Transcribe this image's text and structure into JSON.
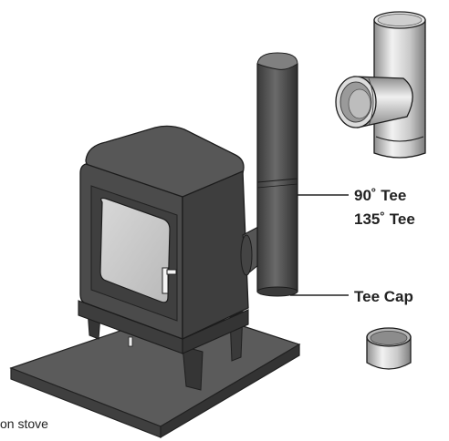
{
  "labels": {
    "tee_90": "90˚ Tee",
    "tee_135": "135˚ Tee",
    "tee_cap": "Tee Cap",
    "caption_fragment": "on stove"
  },
  "colors": {
    "stove_body": "#4b4b4b",
    "stove_dark": "#2e2e2e",
    "pipe_light": "#5a5a5a",
    "steel_light": "#d9d9d9",
    "steel_dark": "#8a8a8a",
    "hearth_top": "#5b5b5b",
    "hearth_edge": "#3b3b3b",
    "leader_line": "#222222"
  },
  "icons": [
    "tee-fitting-icon",
    "tee-cap-icon",
    "wood-stove-icon"
  ]
}
